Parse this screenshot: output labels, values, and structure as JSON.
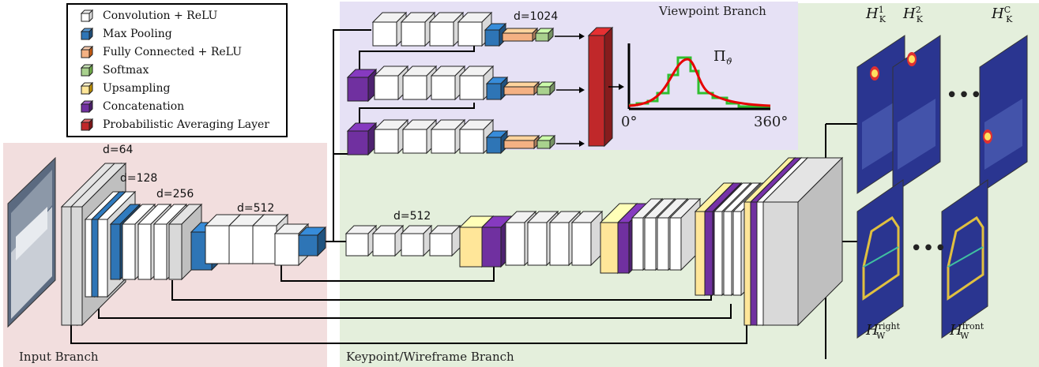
{
  "legend": {
    "items": [
      {
        "label": "Convolution + ReLU",
        "color": "#ffffff"
      },
      {
        "label": "Max Pooling",
        "color": "#2e75b6"
      },
      {
        "label": "Fully Connected + ReLU",
        "color": "#f4b183"
      },
      {
        "label": "Softmax",
        "color": "#a9d18e"
      },
      {
        "label": "Upsampling",
        "color": "#ffe699"
      },
      {
        "label": "Concatenation",
        "color": "#7030a0"
      },
      {
        "label": "Probabilistic Averaging Layer",
        "color": "#c00000"
      }
    ]
  },
  "branches": {
    "input": "Input Branch",
    "keypoint": "Keypoint/Wireframe Branch",
    "viewpoint": "Viewpoint Branch"
  },
  "depths": {
    "d64": "d=64",
    "d128": "d=128",
    "d256": "d=256",
    "d512_enc": "d=512",
    "d512_dec": "d=512",
    "d1024": "d=1024"
  },
  "viewpoint_plot": {
    "symbol": "Π",
    "symbol_sub": "ϑ",
    "x_start": "0°",
    "x_end": "360°"
  },
  "heatmaps": {
    "k1_base": "H",
    "k1_sub": "K",
    "k1_sup": "1",
    "k2_base": "H",
    "k2_sub": "K",
    "k2_sup": "2",
    "kc_base": "H",
    "kc_sub": "K",
    "kc_sup": "C",
    "wr_base": "H",
    "wr_sub": "W",
    "wr_sup": "right",
    "wf_base": "H",
    "wf_sub": "W",
    "wf_sup": "front",
    "dots": "•••"
  },
  "colors": {
    "input_bg": "#f2dede",
    "keypoint_bg": "#e4efdc",
    "viewpoint_bg": "#e6e1f5",
    "conv": "#ffffff",
    "pool": "#2e75b6",
    "fc": "#f4b183",
    "softmax": "#a9d18e",
    "upsample": "#ffe699",
    "concat": "#7030a0",
    "pal": "#c0282a"
  }
}
